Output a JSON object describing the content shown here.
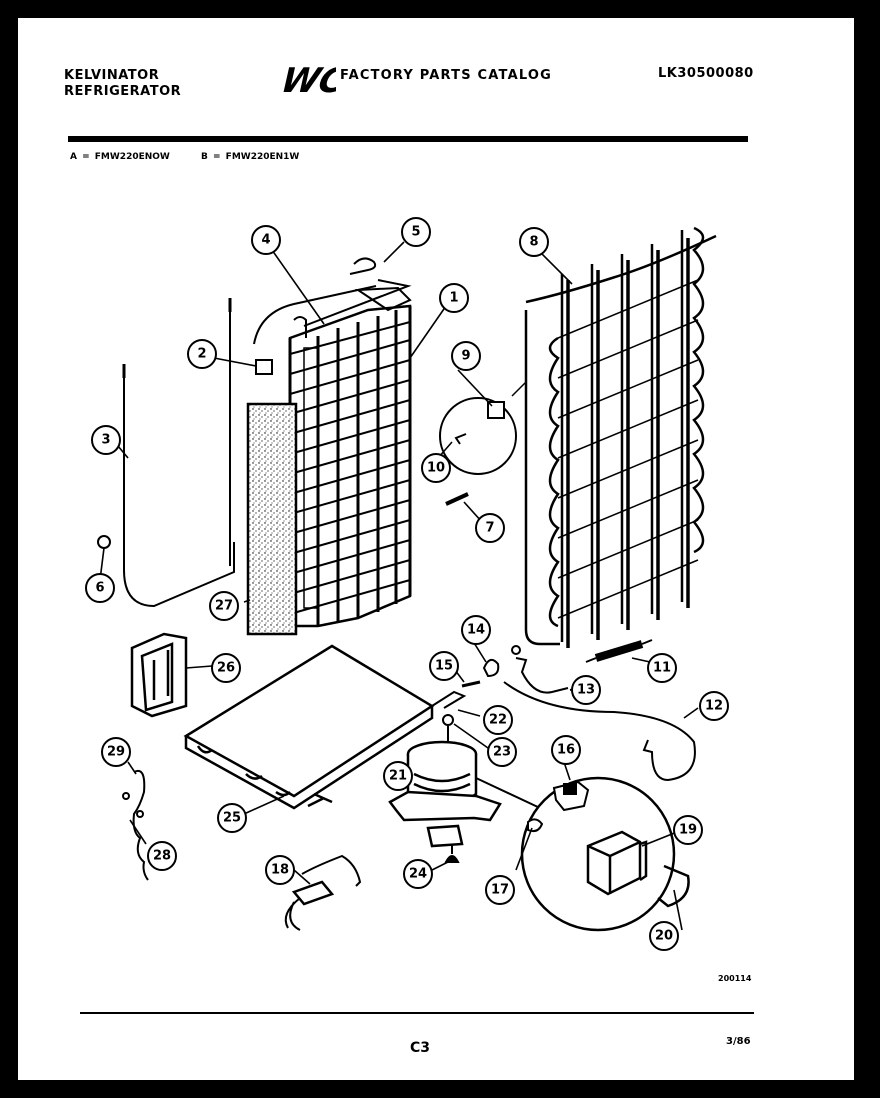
{
  "header": {
    "brand_line1": "KELVINATOR",
    "brand_line2": "REFRIGERATOR",
    "logo_mark": "WCI",
    "catalog_title": "FACTORY PARTS CATALOG",
    "catalog_number": "LK30500080"
  },
  "models": {
    "a": "A = FMW220ENOW",
    "b": "B = FMW220EN1W"
  },
  "footer": {
    "ref_code": "200114",
    "page": "C3",
    "date": "3/86"
  },
  "callouts": {
    "c1": "1",
    "c2": "2",
    "c3": "3",
    "c4": "4",
    "c5": "5",
    "c6": "6",
    "c7": "7",
    "c8": "8",
    "c9": "9",
    "c10": "10",
    "c11": "11",
    "c12": "12",
    "c13": "13",
    "c14": "14",
    "c15": "15",
    "c16": "16",
    "c17": "17",
    "c18": "18",
    "c19": "19",
    "c20": "20",
    "c21": "21",
    "c22": "22",
    "c23": "23",
    "c24": "24",
    "c25": "25",
    "c26": "26",
    "c27": "27",
    "c28": "28",
    "c29": "29"
  }
}
